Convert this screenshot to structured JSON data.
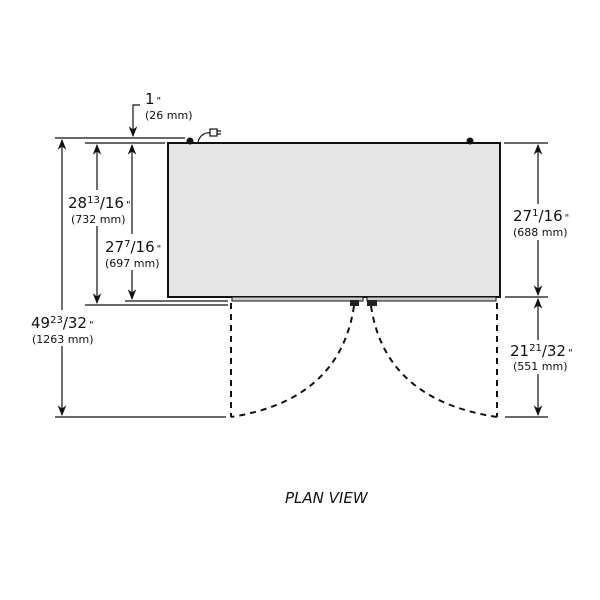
{
  "title": "PLAN VIEW",
  "dimensions": {
    "top_offset": {
      "whole": "1",
      "frac": "",
      "unit": "\"",
      "mm": "(26 mm)"
    },
    "depth_overall_body": {
      "whole": "28",
      "frac_num": "13",
      "frac_den": "/16",
      "unit": "\"",
      "mm": "(732 mm)"
    },
    "depth_cabinet": {
      "whole": "27",
      "frac_num": "7",
      "frac_den": "/16",
      "unit": "\"",
      "mm": "(697 mm)"
    },
    "depth_doors_open": {
      "whole": "49",
      "frac_num": "23",
      "frac_den": "/32",
      "unit": "\"",
      "mm": "(1263 mm)"
    },
    "depth_right": {
      "whole": "27",
      "frac_num": "1",
      "frac_den": "/16",
      "unit": "\"",
      "mm": "(688 mm)"
    },
    "door_swing": {
      "whole": "21",
      "frac_num": "21",
      "frac_den": "/32",
      "unit": "\"",
      "mm": "(551 mm)"
    }
  },
  "colors": {
    "cabinet_fill": "#e6e6e6",
    "line": "#111111"
  }
}
